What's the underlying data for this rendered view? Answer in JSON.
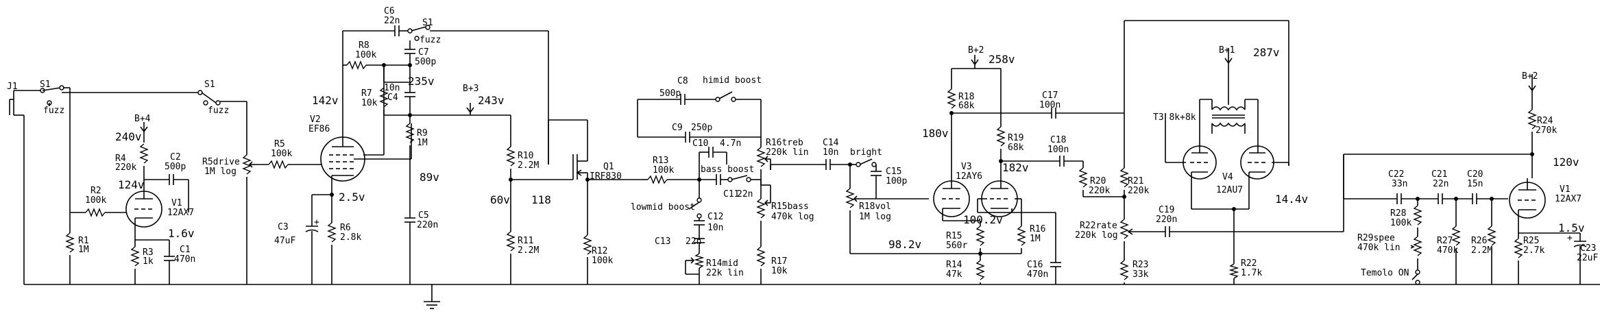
{
  "labels": {
    "J1": "J1",
    "S1a": "S1",
    "fuzz1": "fuzz",
    "S1b": "S1",
    "fuzz2": "fuzz",
    "S1c": "S1",
    "fuzz3": "fuzz",
    "Bp4": "B+4",
    "v240": "240v",
    "R4": "R4",
    "R4v": "220k",
    "C2": "C2",
    "C2v": "500p",
    "v124": "124v",
    "R2": "R2",
    "R2v": "100k",
    "V1": "V1",
    "V1t": "12AX7",
    "v16": "1.6v",
    "R1": "R1",
    "R1v": "1M",
    "R3": "R3",
    "R3v": "1k",
    "C1": "C1",
    "C1v": "470n",
    "R5d": "R5drive",
    "R5dv": "1M log",
    "R5": "R5",
    "R5v": "100k",
    "v142": "142v",
    "V2": "V2",
    "V2t": "EF86",
    "v25": "2.5v",
    "C3": "C3",
    "C3v": "47uF",
    "R6": "R6",
    "R6v": "2.8k",
    "C6": "C6",
    "C6v": "22n",
    "R8": "R8",
    "R8v": "100k",
    "C7": "C7",
    "C7v": "500p",
    "v235": "235v",
    "c10n": "10n",
    "C4": "C4",
    "R7": "R7",
    "R7v": "10k",
    "R9": "R9",
    "R9v": "1M",
    "Bp3": "B+3",
    "v243": "243v",
    "v89": "89v",
    "C5": "C5",
    "C5v": "220n",
    "R10": "R10",
    "R10v": "2.2M",
    "v60": "60v",
    "R11": "R11",
    "R11v": "2.2M",
    "v118": "118",
    "Q1": "Q1",
    "Q1t": "IRF830",
    "R12": "R12",
    "R12v": "100k",
    "C8": "C8",
    "C8v": "500p",
    "himid": "himid boost",
    "C9": "C9",
    "C9v": "250p",
    "C10": "C10",
    "C10v": "4.7n",
    "bassb": "bass boost",
    "R13": "R13",
    "R13v": "100k",
    "C11": "C11",
    "C11v": "22n",
    "lowmid": "lowmid boost",
    "C12": "C12",
    "C12v": "10n",
    "C13": "C13",
    "C13v": "22n",
    "R14mid": "R14mid",
    "R14midv": "22k lin",
    "R16treb": "R16treb",
    "R16trebv": "220k lin",
    "R15bass": "R15bass",
    "R15bassv": "470k log",
    "R17": "R17",
    "R17v": "10k",
    "C14": "C14",
    "C14v": "10n",
    "bright": "bright",
    "C15": "C15",
    "C15v": "100p",
    "R18vol": "R18vol",
    "R18volv": "1M log",
    "v982": "98.2v",
    "Bp2a": "B+2",
    "v258": "258v",
    "R18": "R18",
    "R18v": "68k",
    "v180": "180v",
    "R19": "R19",
    "R19v": "68k",
    "v182": "182v",
    "V3": "V3",
    "V3t": "12AY6",
    "v1002": "100.2v",
    "R15": "R15",
    "R15v": "560r",
    "R16": "R16",
    "R16v": "1M",
    "R14": "R14",
    "R14v": "47k",
    "C16": "C16",
    "C16v": "470n",
    "C17": "C17",
    "C17v": "100n",
    "C18": "C18",
    "C18v": "100n",
    "R20": "R20",
    "R20v": "220k",
    "R21": "R21",
    "R21v": "220k",
    "R22rate": "R22rate",
    "R22ratev": "220k log",
    "C19": "C19",
    "C19v": "220n",
    "R23": "R23",
    "R23v": "33k",
    "Bp1": "B+1",
    "v287": "287v",
    "T3": "T3 8k+8k",
    "V4": "V4",
    "V4t": "12AU7",
    "v144": "14.4v",
    "R22": "R22",
    "R22v": "1.7k",
    "Bp2b": "B+2",
    "R24": "R24",
    "R24v": "270k",
    "v120": "120v",
    "C22": "C22",
    "C22v": "33n",
    "C21": "C21",
    "C21v": "22n",
    "C20": "C20",
    "C20v": "15n",
    "R28": "R28",
    "R28v": "100k",
    "R29": "R29spee",
    "R29v": "470k lin",
    "R27": "R27",
    "R27v": "470k",
    "R26": "R26",
    "R26v": "2.2M",
    "R25": "R25",
    "R25v": "2.7k",
    "V1b": "V1",
    "V1bt": "12AX7",
    "v15": "1.5v",
    "C23": "C23",
    "C23v": "22uF",
    "tremolo": "Temolo ON"
  }
}
